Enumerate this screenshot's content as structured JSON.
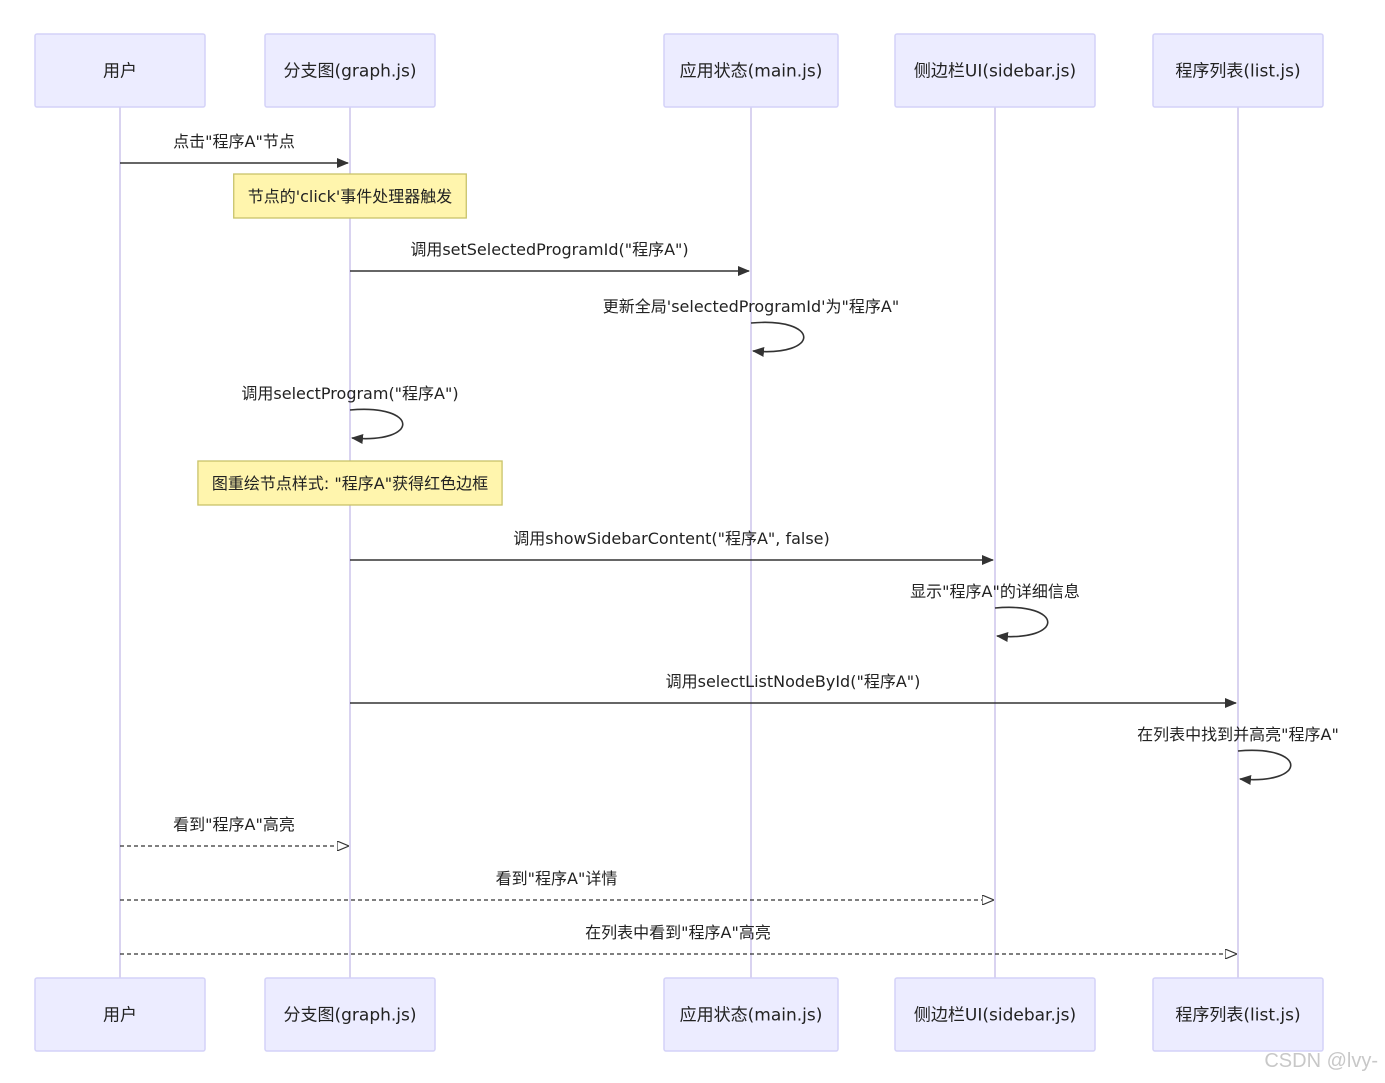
{
  "actors": [
    {
      "id": "user",
      "label": "用户"
    },
    {
      "id": "graph",
      "label": "分支图(graph.js)"
    },
    {
      "id": "main",
      "label": "应用状态(main.js)"
    },
    {
      "id": "sidebar",
      "label": "侧边栏UI(sidebar.js)"
    },
    {
      "id": "list",
      "label": "程序列表(list.js)"
    }
  ],
  "steps": [
    {
      "kind": "message",
      "from": "user",
      "to": "graph",
      "style": "solid",
      "label": "点击\"程序A\"节点"
    },
    {
      "kind": "note",
      "over": "graph",
      "label": "节点的'click'事件处理器触发"
    },
    {
      "kind": "message",
      "from": "graph",
      "to": "main",
      "style": "solid",
      "label": "调用setSelectedProgramId(\"程序A\")"
    },
    {
      "kind": "self",
      "on": "main",
      "label": "更新全局'selectedProgramId'为\"程序A\""
    },
    {
      "kind": "self",
      "on": "graph",
      "label": "调用selectProgram(\"程序A\")"
    },
    {
      "kind": "note",
      "over": "graph",
      "label": "图重绘节点样式: \"程序A\"获得红色边框"
    },
    {
      "kind": "message",
      "from": "graph",
      "to": "sidebar",
      "style": "solid",
      "label": "调用showSidebarContent(\"程序A\", false)"
    },
    {
      "kind": "self",
      "on": "sidebar",
      "label": "显示\"程序A\"的详细信息"
    },
    {
      "kind": "message",
      "from": "graph",
      "to": "list",
      "style": "solid",
      "label": "调用selectListNodeById(\"程序A\")"
    },
    {
      "kind": "self",
      "on": "list",
      "label": "在列表中找到并高亮\"程序A\""
    },
    {
      "kind": "message",
      "from": "user",
      "to": "graph",
      "style": "dashed",
      "label": "看到\"程序A\"高亮"
    },
    {
      "kind": "message",
      "from": "user",
      "to": "sidebar",
      "style": "dashed",
      "label": "看到\"程序A\"详情"
    },
    {
      "kind": "message",
      "from": "user",
      "to": "list",
      "style": "dashed",
      "label": "在列表中看到\"程序A\"高亮"
    }
  ],
  "watermark": "CSDN @lvy-"
}
